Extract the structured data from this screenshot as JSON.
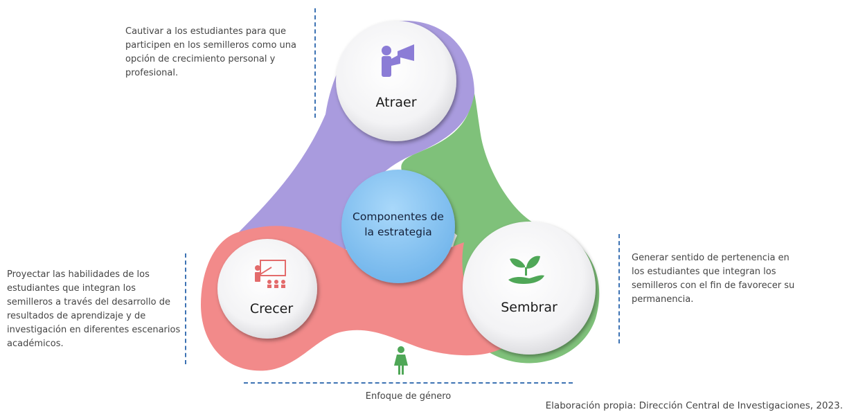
{
  "descriptions": {
    "atraer": "Cautivar a los estudiantes para que participen en los semilleros como una opción de crecimiento personal y profesional.",
    "crecer": "Proyectar las habilidades de los estudiantes que integran los semilleros a través del desarrollo de resultados de aprendizaje y de investigación en diferentes escenarios académicos.",
    "sembrar": "Generar sentido de pertenencia en los estudiantes que integran los semilleros con el fin de favorecer su permanencia."
  },
  "nodes": {
    "atraer": {
      "label": "Atraer",
      "icon": "megaphone-icon"
    },
    "crecer": {
      "label": "Crecer",
      "icon": "teacher-icon"
    },
    "sembrar": {
      "label": "Sembrar",
      "icon": "plant-hand-icon"
    }
  },
  "center": {
    "line1": "Componentes de",
    "line2": "la estrategia"
  },
  "gender": {
    "label": "Enfoque de género",
    "icon": "woman-icon"
  },
  "source": "Elaboración propia: Dirección Central de Investigaciones, 2023.",
  "colors": {
    "purple": "#a99bde",
    "green": "#7fc17a",
    "red": "#f28a8a",
    "center": "#8ec8f5",
    "accent_icon": "#7f6fd1",
    "dash": "#3c72b3"
  }
}
